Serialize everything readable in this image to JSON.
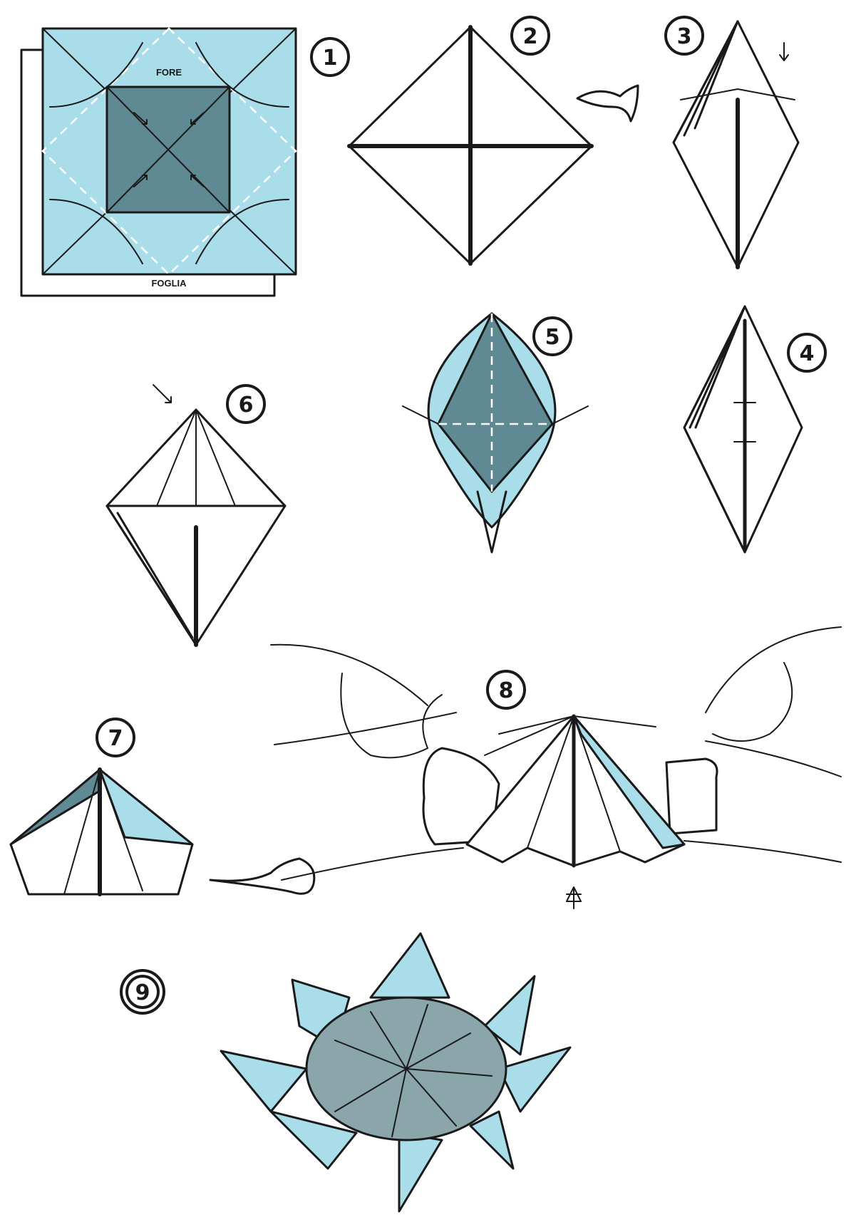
{
  "steps": [
    {
      "number": "1",
      "labels": {
        "top": "FORE",
        "bottom": "FOGLIA"
      }
    },
    {
      "number": "2"
    },
    {
      "number": "3"
    },
    {
      "number": "4"
    },
    {
      "number": "5"
    },
    {
      "number": "6"
    },
    {
      "number": "7"
    },
    {
      "number": "8"
    },
    {
      "number": "9"
    }
  ],
  "colors": {
    "paper_blue": "#a9dde9",
    "shade_dark": "#5f8a93",
    "line": "#1a1a1a"
  }
}
